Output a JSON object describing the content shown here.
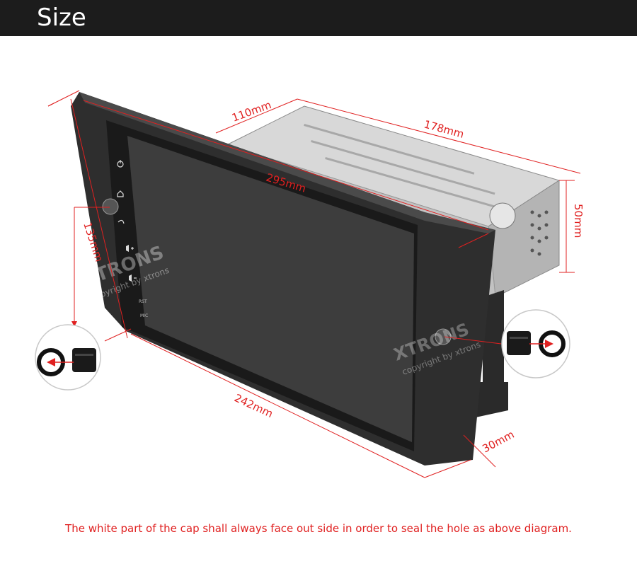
{
  "header": {
    "title": "Size"
  },
  "dimensions": {
    "depth_top": "110mm",
    "chassis_length": "178mm",
    "diagonal": "295mm",
    "height_right": "50mm",
    "height_left": "135mm",
    "width_bottom": "242mm",
    "depth_side": "30mm"
  },
  "watermark": {
    "brand": "XTRONS",
    "copyright": "copyright by xtrons"
  },
  "screen_buttons": {
    "rst": "RST",
    "mic": "MIC"
  },
  "footer": {
    "note": "The white part of the cap shall always face out side in order to seal the hole as above diagram."
  },
  "colors": {
    "header_bg": "#1c1c1c",
    "dimension_red": "#e02020",
    "bezel": "#2e2e2e",
    "screen": "#3d3d3d",
    "chassis": "#c8c8c8"
  },
  "icons": [
    "power-icon",
    "home-icon",
    "back-icon",
    "volume-up-icon",
    "volume-down-icon",
    "cap-icon",
    "ring-icon",
    "arrow-icon"
  ]
}
